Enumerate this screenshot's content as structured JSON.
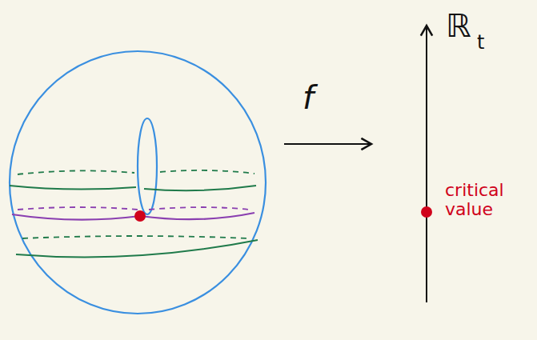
{
  "diagram": {
    "labels": [
      "f",
      "ℝ",
      "t",
      "critical value"
    ]
  }
}
